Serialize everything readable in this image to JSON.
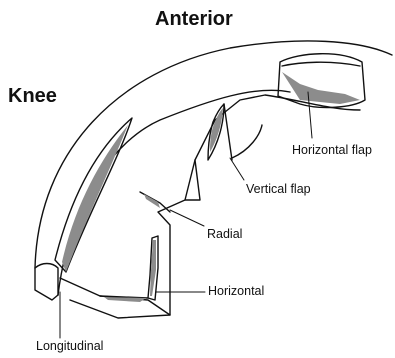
{
  "labels": {
    "anterior": "Anterior",
    "knee": "Knee",
    "horizontal_flap": "Horizontal flap",
    "vertical_flap": "Vertical flap",
    "radial": "Radial",
    "horizontal": "Horizontal",
    "longitudinal": "Longitudinal"
  },
  "colors": {
    "ink": "#111111",
    "shade": "#8c8c8c",
    "background": "#ffffff"
  }
}
